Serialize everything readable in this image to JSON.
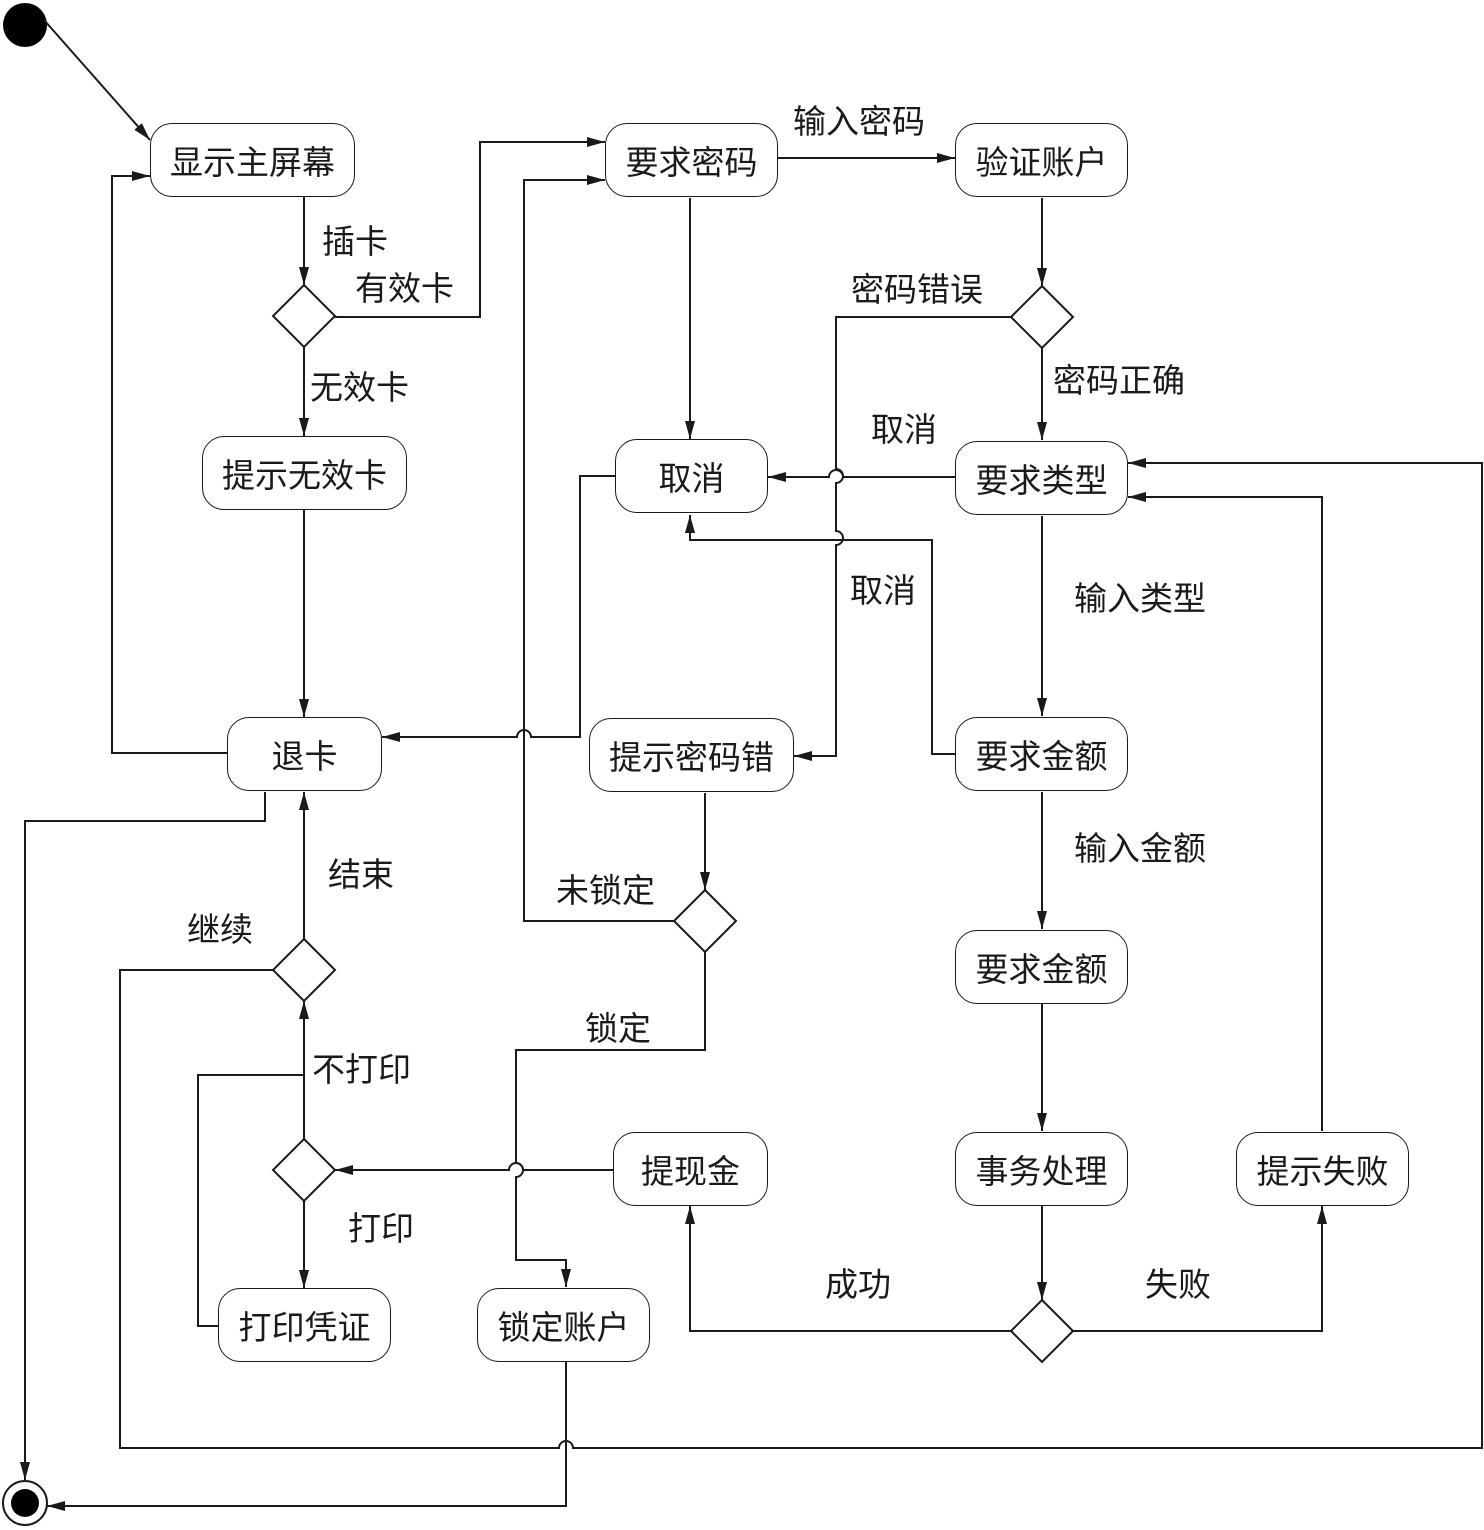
{
  "states": {
    "show_main_screen": "显示主屏幕",
    "request_password": "要求密码",
    "verify_account": "验证账户",
    "invalid_card_prompt": "提示无效卡",
    "cancel": "取消",
    "request_type": "要求类型",
    "eject_card": "退卡",
    "wrong_password_prompt": "提示密码错",
    "request_amount_1": "要求金额",
    "request_amount_2": "要求金额",
    "dispense_cash": "提现金",
    "transaction_processing": "事务处理",
    "failure_prompt": "提示失败",
    "print_receipt": "打印凭证",
    "lock_account": "锁定账户"
  },
  "transitions": {
    "insert_card": "插卡",
    "valid_card": "有效卡",
    "invalid_card": "无效卡",
    "enter_password": "输入密码",
    "wrong_password": "密码错误",
    "correct_password": "密码正确",
    "cancel_from_type": "取消",
    "cancel_from_amount": "取消",
    "enter_type": "输入类型",
    "enter_amount": "输入金额",
    "end": "结束",
    "continue": "继续",
    "not_locked": "未锁定",
    "locked": "锁定",
    "no_print": "不打印",
    "print": "打印",
    "success": "成功",
    "failure": "失败"
  }
}
